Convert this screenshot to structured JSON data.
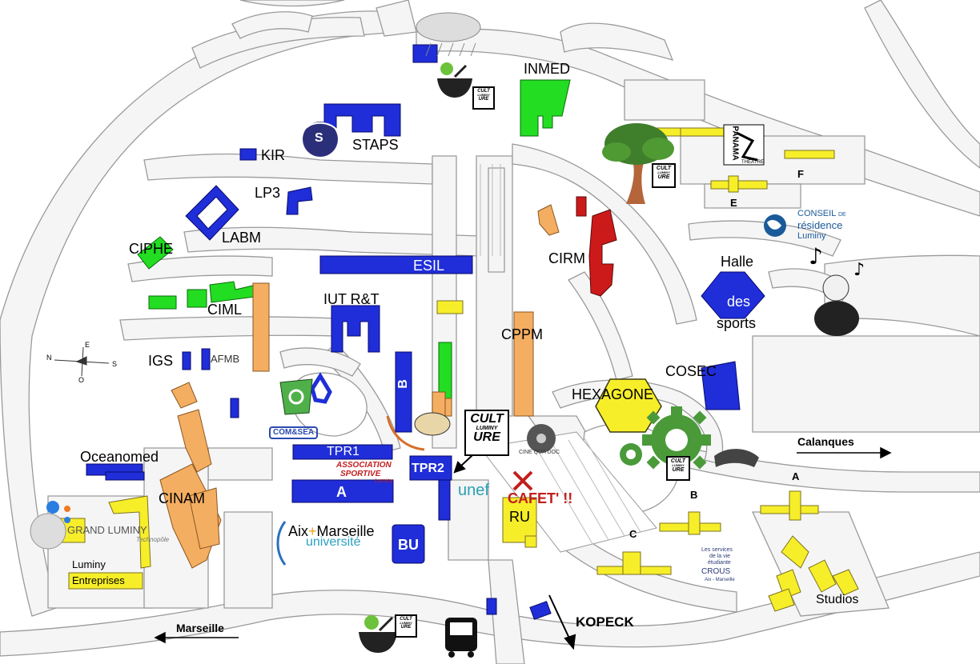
{
  "labels": {
    "inmed": "INMED",
    "staps": "STAPS",
    "kir": "KIR",
    "lp3": "LP3",
    "labm": "LABM",
    "ciphe": "CIPHE",
    "esil": "ESIL",
    "iut": "IUT R&T",
    "ciml": "CIML",
    "igs": "IGS",
    "afmb": "AFMB",
    "cirm": "CIRM",
    "cppm": "CPPM",
    "halle_top": "Halle",
    "halle_mid": "des",
    "halle_bottom": "sports",
    "cosec": "COSEC",
    "hexagone": "HEXAGONE",
    "building_b": "B",
    "tpr1": "TPR1",
    "tpr2": "TPR2",
    "a_building": "A",
    "ru": "RU",
    "cafet": "CAFET' !!",
    "bu": "BU",
    "oceanomed": "Oceanomed",
    "cinam": "CINAM",
    "luminy_entreprises_1": "Luminy",
    "luminy_entreprises_2": "Entreprises",
    "res_f": "F",
    "res_e": "E",
    "res_a": "A",
    "res_b": "B",
    "res_c": "C",
    "studios": "Studios",
    "calanques": "Calanques",
    "marseille": "Marseille",
    "kopeck": "KOPECK"
  },
  "logos": {
    "cult_line1": "CULT",
    "cult_line2": "LUMINY",
    "cult_line3": "URE",
    "grand_luminy": "GRAND LUMINY",
    "grand_luminy_sub": "Technopôle",
    "amu_line1": "Aix",
    "amu_plus": "+",
    "amu_line2": "Marseille",
    "amu_line3": "université",
    "asso_line1": "ASSOCIATION",
    "asso_line2": "SPORTIVE",
    "asso_line3": "Luminy",
    "com_sea": "COM&SEA",
    "unef": "unef",
    "cine_1": "CINE",
    "cine_2": "QUA",
    "cine_3": "DOC",
    "conseil_1": "CONSEIL",
    "conseil_de": "DE",
    "conseil_2": "résidence",
    "conseil_3": "Luminy",
    "panama_1": "PANAMA",
    "panama_2": "THÉÂTRE",
    "crous_1": "Les services",
    "crous_2": "de la vie",
    "crous_3": "étudiante",
    "crous_4": "CROUS",
    "crous_5": "Aix - Marseille",
    "staps_badge": "S"
  },
  "compass": {
    "n": "N",
    "e": "E",
    "s": "S",
    "o": "O"
  },
  "colors": {
    "teaching": "#1f2ed8",
    "research_green": "#22dd22",
    "research_orange": "#f4ae62",
    "cirm_red": "#cc1a1a",
    "residence_yellow": "#f7ee2a",
    "road_fill": "#f4f4f4",
    "road_stroke": "#9a9a9a",
    "cafet_red": "#c21e1e"
  }
}
